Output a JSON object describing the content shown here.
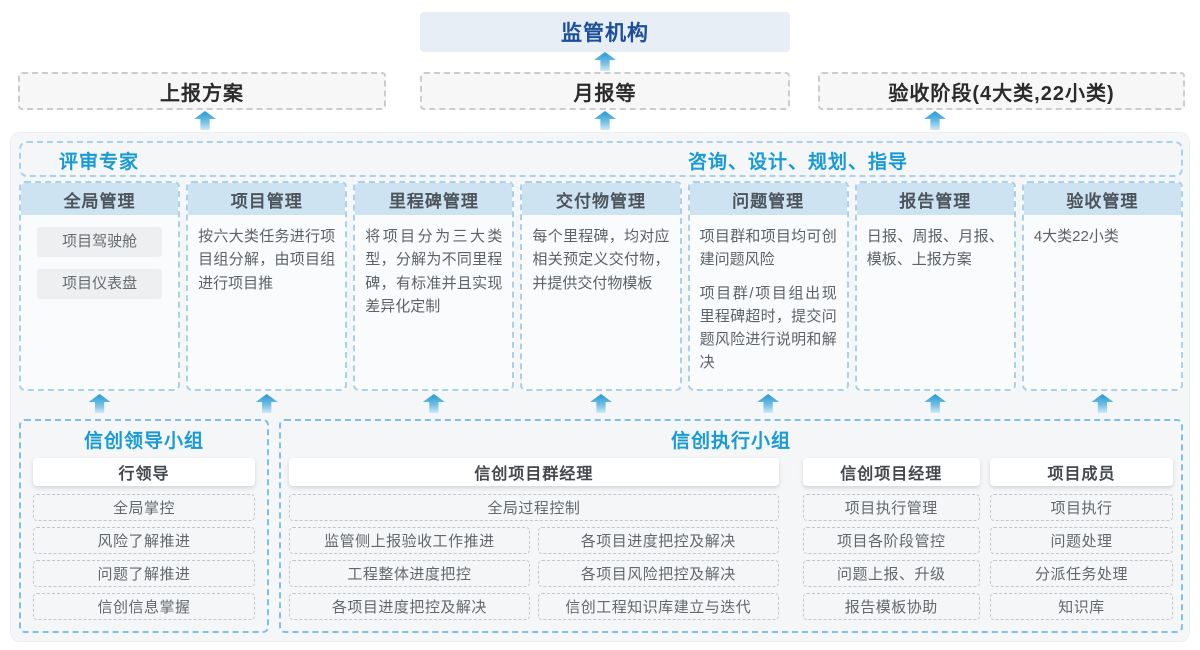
{
  "top": {
    "regulator_label": "监管机构",
    "channels": [
      {
        "label": "上报方案"
      },
      {
        "label": "月报等"
      },
      {
        "label": "验收阶段(4大类,22小类)"
      }
    ]
  },
  "platform": {
    "left_header": "评审专家",
    "right_header": "咨询、设计、规划、指导",
    "columns": [
      {
        "title": "全局管理",
        "tags": [
          "项目驾驶舱",
          "项目仪表盘"
        ]
      },
      {
        "title": "项目管理",
        "paragraphs": [
          "按六大类任务进行项目组分解，由项目组进行项目推"
        ]
      },
      {
        "title": "里程碑管理",
        "paragraphs": [
          "将项目分为三大类型，分解为不同里程碑，有标准并且实现差异化定制"
        ]
      },
      {
        "title": "交付物管理",
        "paragraphs": [
          "每个里程碑，均对应相关预定义交付物，并提供交付物模板"
        ]
      },
      {
        "title": "问题管理",
        "paragraphs": [
          "项目群和项目均可创建问题风险",
          "项目群/项目组出现里程碑超时，提交问题风险进行说明和解决"
        ]
      },
      {
        "title": "报告管理",
        "paragraphs": [
          "日报、周报、月报、模板、上报方案"
        ]
      },
      {
        "title": "验收管理",
        "paragraphs": [
          "4大类22小类"
        ]
      }
    ]
  },
  "bottom": {
    "leader_group": {
      "title": "信创领导小组",
      "role": "行领导",
      "items": [
        "全局掌控",
        "风险了解推进",
        "问题了解推进",
        "信创信息掌握"
      ]
    },
    "exec_group": {
      "title": "信创执行小组",
      "program_manager": {
        "role": "信创项目群经理",
        "full_item": "全局过程控制",
        "left_items": [
          "监管侧上报验收工作推进",
          "工程整体进度把控",
          "各项目进度把控及解决"
        ],
        "right_items": [
          "各项目进度把控及解决",
          "各项目风险把控及解决",
          "信创工程知识库建立与迭代"
        ]
      },
      "project_manager": {
        "role": "信创项目经理",
        "items": [
          "项目执行管理",
          "项目各阶段管控",
          "问题上报、升级",
          "报告模板协助"
        ]
      },
      "project_member": {
        "role": "项目成员",
        "items": [
          "项目执行",
          "问题处理",
          "分派任务处理",
          "知识库"
        ]
      }
    }
  },
  "colors": {
    "accent_blue": "#189ad6",
    "regulator_text": "#1b4e9b",
    "regulator_bg": "#e8eef6",
    "column_header_bg": "#cde3f1",
    "dashed_blue_border": "#a9d2ea",
    "group_dashed_border": "#7fc0e6",
    "arrow_blue": "#2699d4",
    "panel_bg": "#f5f6f8"
  }
}
